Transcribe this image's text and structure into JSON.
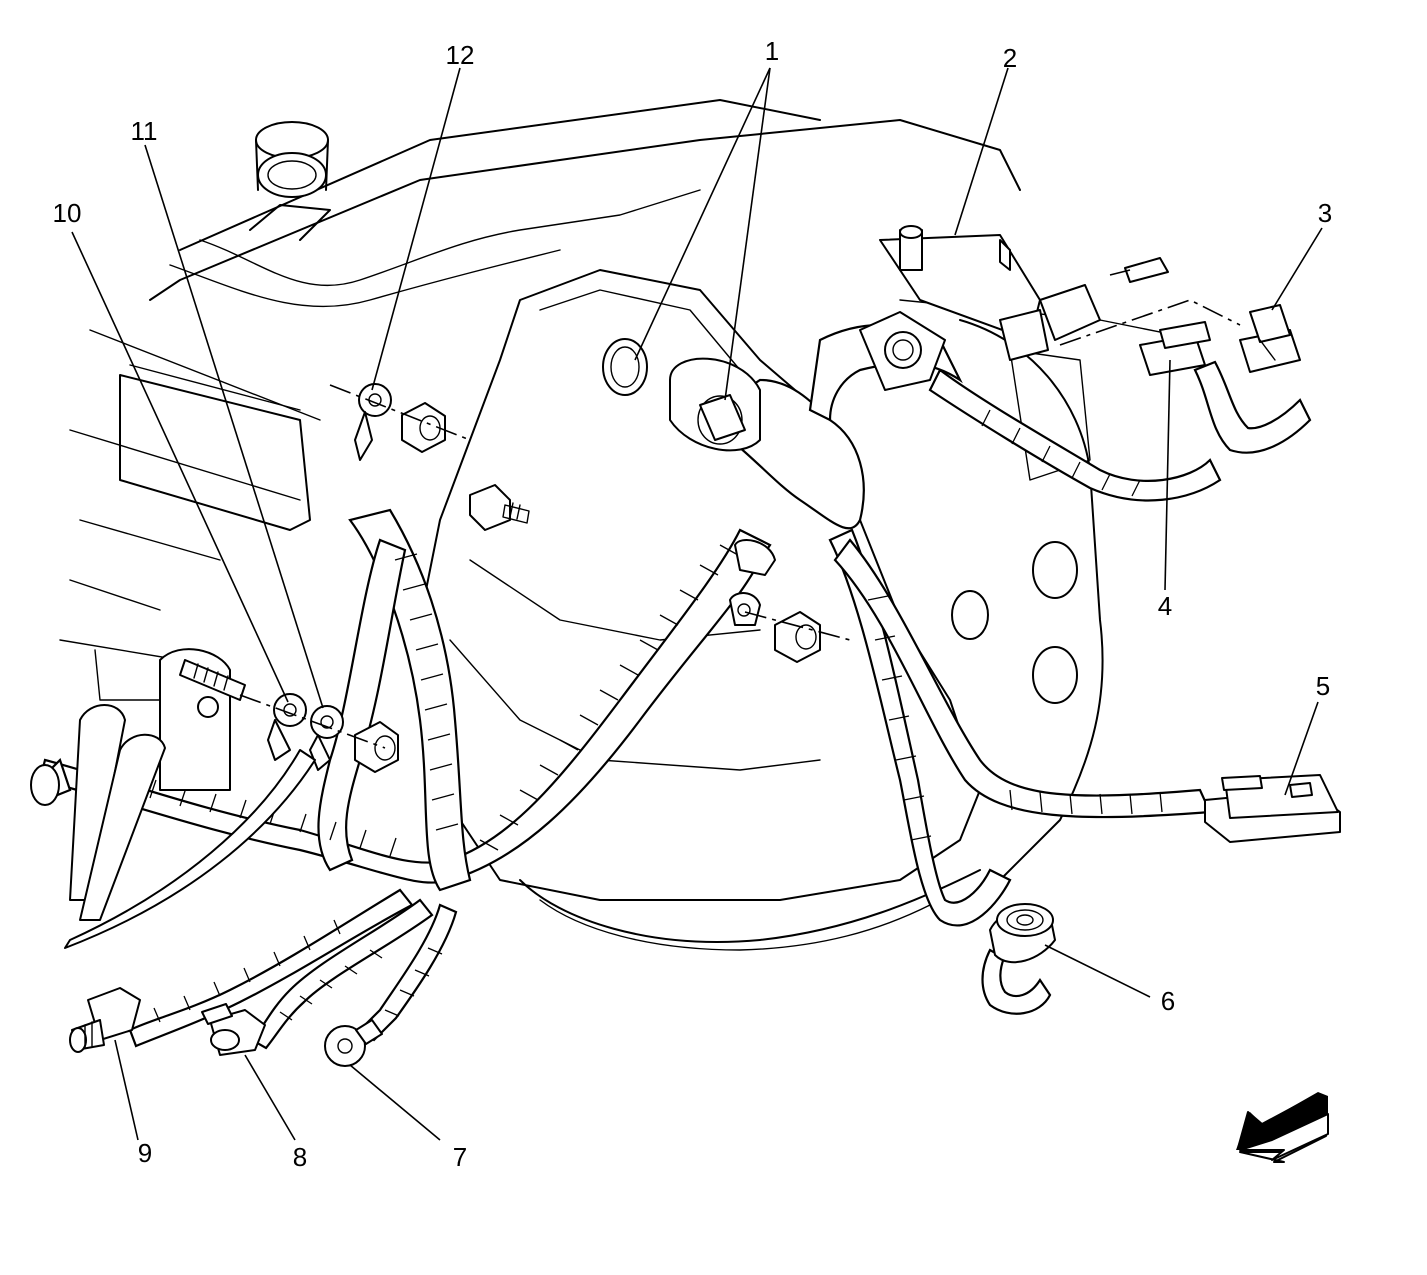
{
  "callouts": [
    "1",
    "2",
    "3",
    "4",
    "5",
    "6",
    "7",
    "8",
    "9",
    "10",
    "11",
    "12"
  ],
  "view_arrow": "view-direction-arrow-icon"
}
